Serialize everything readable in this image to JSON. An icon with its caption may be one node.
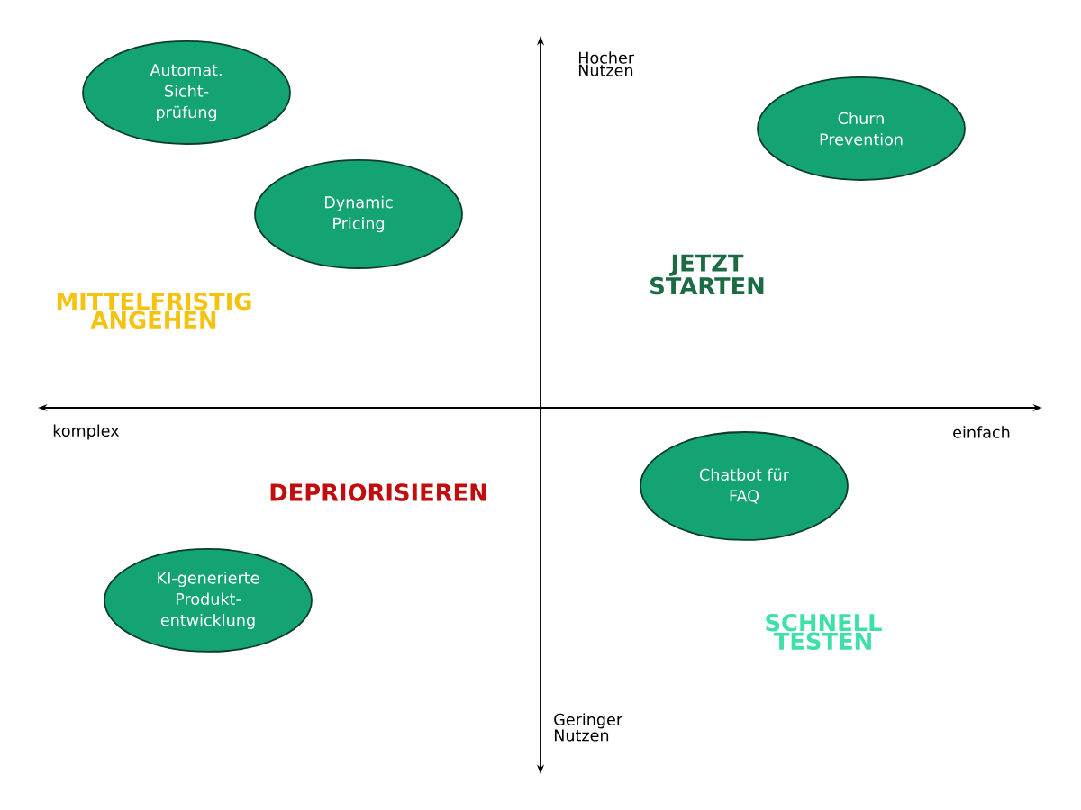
{
  "diagram": {
    "nodes": [
      {
        "text": [
          "Automat. Sicht-prüfung"
        ]
      },
      {
        "text": [
          "Dynamic Pricing"
        ]
      },
      {
        "text": [
          "Churn Prevention"
        ]
      },
      {
        "text": [
          "Chatbot für FAQ"
        ]
      },
      {
        "text": [
          "KI-generierte Produkt-entwicklung"
        ]
      }
    ],
    "labels": [
      "Hocher Nutzen",
      "JETZT STARTEN",
      "MITTELFRISTIG ANGEHEN",
      "komplex",
      "einfach",
      "DEPRIORISIEREN",
      "SCHNELL TESTEN",
      "Geringer Nutzen"
    ]
  }
}
